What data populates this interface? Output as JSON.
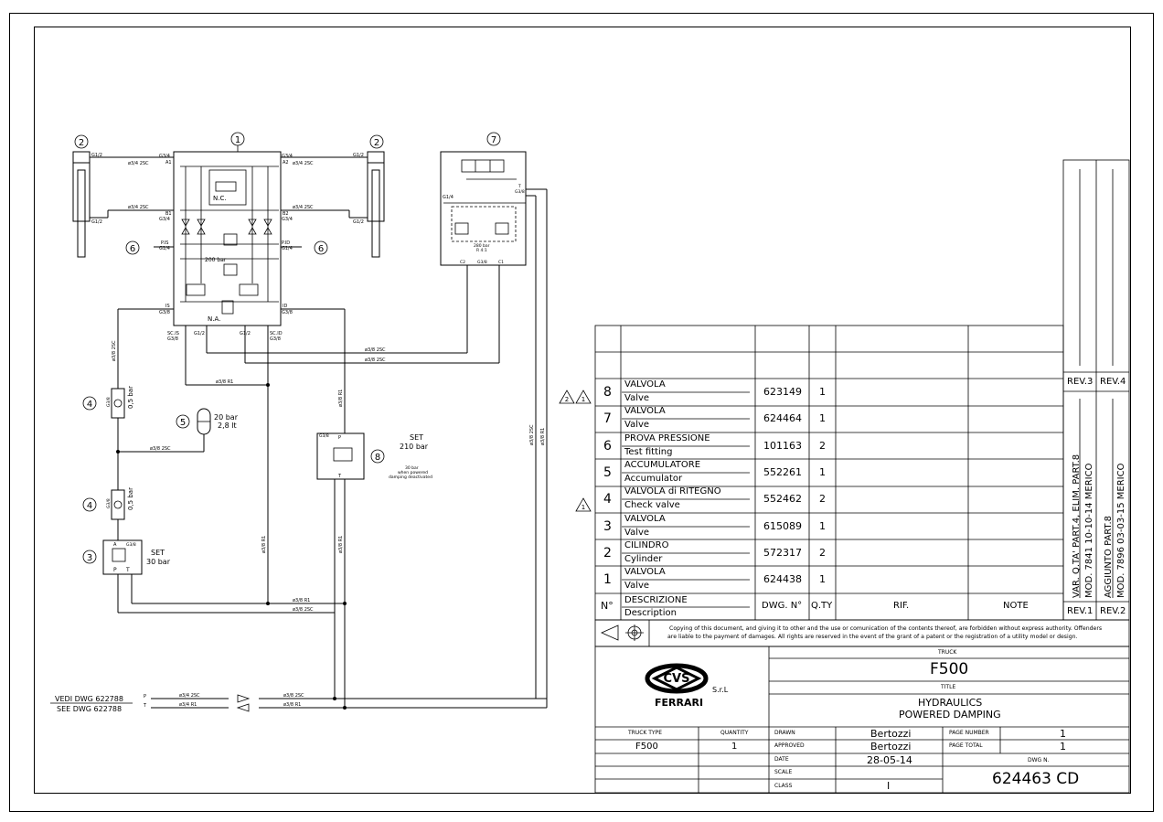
{
  "diagram": {
    "bubbles": [
      "1",
      "2",
      "2",
      "7",
      "6",
      "6",
      "4",
      "5",
      "4",
      "3",
      "8"
    ],
    "labels": {
      "nc": "N.C.",
      "na": "N.A.",
      "p200": "200 bar",
      "accum": "20 bar",
      "accum2": "2,8 lt",
      "check1": "0,5 bar",
      "check2": "0,5 bar",
      "set30a": "SET",
      "set30b": "30 bar",
      "set210a": "SET",
      "set210b": "210 bar",
      "note30a": "30 bar",
      "note30b": "when powered",
      "note30c": "damping deactivated",
      "p280": "280 bar",
      "r41": "R 4:1",
      "g12a": "G1/2",
      "g12b": "G1/2",
      "g12c": "G1/2",
      "g12d": "G1/2",
      "g34a": "G3/4",
      "g34b": "G3/4",
      "a1": "A1",
      "a2": "A2",
      "b1": "B1",
      "b2": "B2",
      "g34c": "G3/4",
      "g34d": "G3/4",
      "pis": "P.IS",
      "pid": "P.ID",
      "g14a": "G1/4",
      "g14b": "G1/4",
      "is": "IS",
      "id": "ID",
      "g38a": "G3/8",
      "g38b": "G3/8",
      "scis": "SC.IS",
      "scid": "SC.ID",
      "g38c": "G3/8",
      "g38d": "G3/8",
      "g12e": "G1/2",
      "g12f": "G1/2",
      "pipe1": "ø3/4 2SC",
      "pipe2": "ø3/4 2SC",
      "pipe3": "ø3/4 2SC",
      "pipe4": "ø3/4 2SC",
      "pipe5": "ø3/8 2SC",
      "pipe6": "ø3/8 2SC",
      "pipe7": "ø3/8 R1",
      "pipe8": "ø3/8 2SC",
      "pipe9": "ø3/8 R1",
      "pipe10": "ø3/8 2SC",
      "pipe11": "ø3/8 2SC",
      "pipe12": "ø3/8 R1",
      "pipe13": "ø3/8 R1",
      "pipe14": "ø3/8 R1",
      "pipe15": "ø3/8 R1",
      "pipe16": "ø3/8 2SC",
      "pipe17": "ø3/8 2SC",
      "pipe18": "ø3/8 R1",
      "p_left": "P",
      "t_left": "T",
      "pipe19": "ø3/4 2SC",
      "pipe20": "ø3/4 R1",
      "pipe21": "ø3/8 2SC",
      "pipe22": "ø3/8 R1",
      "vedi": "VEDI DWG 622788",
      "see": "SEE DWG 622788",
      "g14c": "G1/4",
      "g38e": "G3/8",
      "c2": "C2",
      "g38f": "G3/8",
      "c1": "C1",
      "t7": "T",
      "g38g": "G3/8",
      "p8": "P",
      "t8": "T",
      "a3": "A",
      "g38h": "G3/8",
      "p3": "P",
      "t3": "T",
      "g38i": "G3/8",
      "g38j": "G3/8"
    }
  },
  "parts_table": {
    "rows": [
      {
        "n": "8",
        "desc_it": "VALVOLA",
        "desc_en": "Valve",
        "dwg": "623149",
        "qty": "1",
        "rif": "",
        "note": "",
        "rev": "2,1"
      },
      {
        "n": "7",
        "desc_it": "VALVOLA",
        "desc_en": "Valve",
        "dwg": "624464",
        "qty": "1",
        "rif": "",
        "note": "",
        "rev": ""
      },
      {
        "n": "6",
        "desc_it": "PROVA PRESSIONE",
        "desc_en": "Test fitting",
        "dwg": "101163",
        "qty": "2",
        "rif": "",
        "note": "",
        "rev": ""
      },
      {
        "n": "5",
        "desc_it": "ACCUMULATORE",
        "desc_en": "Accumulator",
        "dwg": "552261",
        "qty": "1",
        "rif": "",
        "note": "",
        "rev": ""
      },
      {
        "n": "4",
        "desc_it": "VALVOLA di RITEGNO",
        "desc_en": "Check valve",
        "dwg": "552462",
        "qty": "2",
        "rif": "",
        "note": "",
        "rev": "1"
      },
      {
        "n": "3",
        "desc_it": "VALVOLA",
        "desc_en": "Valve",
        "dwg": "615089",
        "qty": "1",
        "rif": "",
        "note": "",
        "rev": ""
      },
      {
        "n": "2",
        "desc_it": "CILINDRO",
        "desc_en": "Cylinder",
        "dwg": "572317",
        "qty": "2",
        "rif": "",
        "note": "",
        "rev": ""
      },
      {
        "n": "1",
        "desc_it": "VALVOLA",
        "desc_en": "Valve",
        "dwg": "624438",
        "qty": "1",
        "rif": "",
        "note": "",
        "rev": ""
      }
    ],
    "header": {
      "n": "N°",
      "desc_it": "DESCRIZIONE",
      "desc_en": "Description",
      "dwg": "DWG. N°",
      "qty": "Q.TY",
      "rif": "RIF.",
      "note": "NOTE"
    }
  },
  "revisions": {
    "rev1_label": "REV.1",
    "rev2_label": "REV.2",
    "rev3_label": "REV.3",
    "rev4_label": "REV.4",
    "rev1_text_a": "VAR. Q.TA' PART.4, ELIM. PART.8",
    "rev1_text_b": "MOD. 7841  10-10-14  MERICO",
    "rev2_text_a": "AGGIUNTO PART.8",
    "rev2_text_b": "MOD. 7896  03-03-15  MERICO"
  },
  "copyright": {
    "line1": "Copying of this document, and giving it to other and the use or comunication of the contents thereof, are forbidden without express authority. Offenders",
    "line2": "are liable to the payment of damages. All rights are reserved in the event of the grant of a patent or the registration of a utility model or design."
  },
  "title_block": {
    "logo_text": "FERRARI",
    "logo_srl": "S.r.L",
    "truck_label": "TRUCK",
    "truck_value": "F500",
    "title_label": "TITLE",
    "title_line1": "HYDRAULICS",
    "title_line2": "POWERED DAMPING",
    "truck_type_label": "TRUCK TYPE",
    "truck_type_value": "F500",
    "quantity_label": "QUANTITY",
    "quantity_value": "1",
    "drawn_label": "DRAWN",
    "drawn_value": "Bertozzi",
    "approved_label": "APPROVED",
    "approved_value": "Bertozzi",
    "date_label": "DATE",
    "date_value": "28-05-14",
    "scale_label": "SCALE",
    "scale_value": "",
    "class_label": "CLASS",
    "class_value": "I",
    "page_number_label": "PAGE NUMBER",
    "page_number_value": "1",
    "page_total_label": "PAGE TOTAL",
    "page_total_value": "1",
    "dwg_label": "DWG N.",
    "dwg_value": "624463 CD"
  }
}
